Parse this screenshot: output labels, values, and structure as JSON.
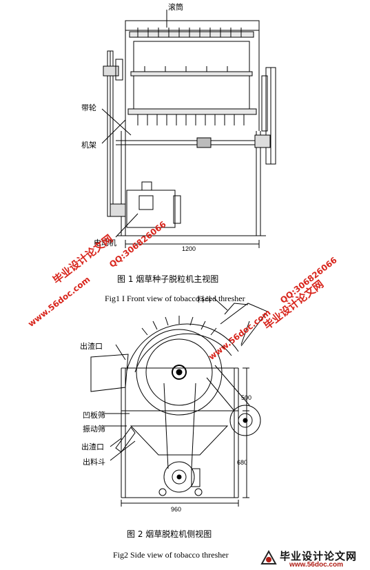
{
  "figure1": {
    "labels": {
      "drum": "滚筒",
      "pulley": "带轮",
      "frame": "机架",
      "motor": "电动机"
    },
    "dimension_width": "1200",
    "caption_cn": "图 1    烟草种子脱粒机主视图",
    "caption_en": "Fig1  I  Front view of tobacco seed thresher"
  },
  "figure2": {
    "labels": {
      "feed_hopper": "料斗",
      "residue_outlet_top": "出渣口",
      "concave_screen": "凹板筛",
      "vibrating_screen": "振动筛",
      "residue_outlet_bottom": "出渣口",
      "discharge_hopper": "出料斗"
    },
    "dimension_height_top": "500",
    "dimension_height_bottom": "680",
    "dimension_width": "960",
    "caption_cn": "图 2    烟草脱粒机侧视图",
    "caption_en": "Fig2    Side view of tobacco thresher"
  },
  "watermarks": {
    "cn_name": "毕业设计论文网",
    "url": "www.56doc.com",
    "qq": "QQ:306826066"
  },
  "logo": {
    "name": "毕业设计论文网",
    "url": "www.56doc.com"
  }
}
